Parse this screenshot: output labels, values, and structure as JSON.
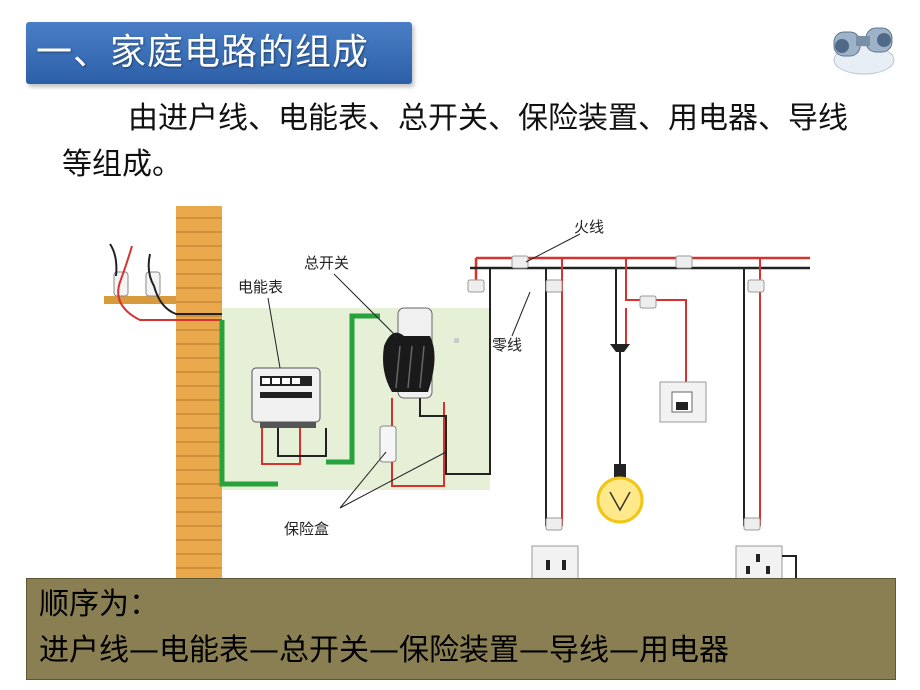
{
  "title": "一、家庭电路的组成",
  "intro": "由进户线、电能表、总开关、保险装置、用电器、导线等组成。",
  "labels": {
    "meter": "电能表",
    "main_switch": "总开关",
    "live_wire": "火线",
    "neutral_wire": "零线",
    "fuse_box": "保险盒"
  },
  "order": {
    "heading": "顺序为：",
    "sequence": "进户线—电能表—总开关—保险装置—导线—用电器"
  },
  "colors": {
    "title_bg": "#2c5fa8",
    "order_bg": "#8a7f52",
    "live": "#d8322e",
    "neutral": "#333333",
    "ground": "#27a33d",
    "panel": "#e6f0d6"
  },
  "icons": [
    "binoculars-icon",
    "bulb-icon",
    "switch-icon",
    "socket-icon"
  ]
}
